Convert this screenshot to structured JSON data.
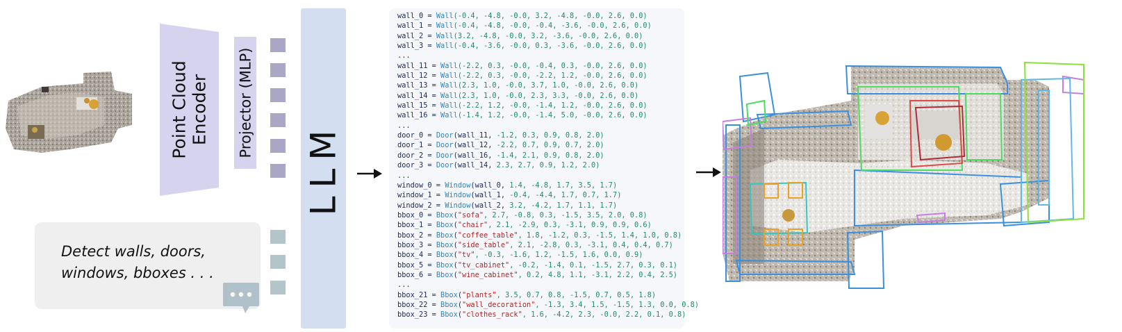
{
  "encoder": {
    "label_line1": "Point Cloud",
    "label_line2": "Encoder"
  },
  "projector": {
    "label": "Projector (MLP)"
  },
  "llm": {
    "label": "LLM"
  },
  "prompt": {
    "line1": "Detect walls, doors,",
    "line2": "windows, bboxes . . ."
  },
  "colors": {
    "encoder": "#d6d3ee",
    "projector": "#d6d3ee",
    "llm": "#d3def0",
    "point_token": "#a9a7c3",
    "text_token": "#b4c5ca",
    "prompt_box": "#efefef",
    "code_panel": "#f6f7fb"
  },
  "icons": {
    "chat": "chat-bubble-icon",
    "arrow": "right-arrow-icon"
  },
  "code_lines": [
    [
      [
        "var",
        "wall_0"
      ],
      [
        "var",
        " = "
      ],
      [
        "cls",
        "Wall"
      ],
      [
        "num",
        "(-0.4, -4.8, -0.0, 3.2, -4.8, -0.0, 2.6, 0.0)"
      ]
    ],
    [
      [
        "var",
        "wall_1"
      ],
      [
        "var",
        " = "
      ],
      [
        "cls",
        "Wall"
      ],
      [
        "num",
        "(-0.4, -4.8, -0.0, -0.4, -3.6, -0.0, 2.6, 0.0)"
      ]
    ],
    [
      [
        "var",
        "wall_2"
      ],
      [
        "var",
        " = "
      ],
      [
        "cls",
        "Wall"
      ],
      [
        "num",
        "(3.2, -4.8, -0.0, 3.2, -3.6, -0.0, 2.6, 0.0)"
      ]
    ],
    [
      [
        "var",
        "wall_3"
      ],
      [
        "var",
        " = "
      ],
      [
        "cls",
        "Wall"
      ],
      [
        "num",
        "(-0.4, -3.6, -0.0, 0.3, -3.6, -0.0, 2.6, 0.0)"
      ]
    ],
    [
      [
        "var",
        "..."
      ]
    ],
    [
      [
        "var",
        "wall_11"
      ],
      [
        "var",
        " = "
      ],
      [
        "cls",
        "Wall"
      ],
      [
        "num",
        "(-2.2, 0.3, -0.0, -0.4, 0.3, -0.0, 2.6, 0.0)"
      ]
    ],
    [
      [
        "var",
        "wall_12"
      ],
      [
        "var",
        " = "
      ],
      [
        "cls",
        "Wall"
      ],
      [
        "num",
        "(-2.2, 0.3, -0.0, -2.2, 1.2, -0.0, 2.6, 0.0)"
      ]
    ],
    [
      [
        "var",
        "wall_13"
      ],
      [
        "var",
        " = "
      ],
      [
        "cls",
        "Wall"
      ],
      [
        "num",
        "(2.3, 1.0, -0.0, 3.7, 1.0, -0.0, 2.6, 0.0)"
      ]
    ],
    [
      [
        "var",
        "wall_14"
      ],
      [
        "var",
        " = "
      ],
      [
        "cls",
        "Wall"
      ],
      [
        "num",
        "(2.3, 1.0, -0.0, 2.3, 3.3, -0.0, 2.6, 0.0)"
      ]
    ],
    [
      [
        "var",
        "wall_15"
      ],
      [
        "var",
        " = "
      ],
      [
        "cls",
        "Wall"
      ],
      [
        "num",
        "(-2.2, 1.2, -0.0, -1.4, 1.2, -0.0, 2.6, 0.0)"
      ]
    ],
    [
      [
        "var",
        "wall_16"
      ],
      [
        "var",
        " = "
      ],
      [
        "cls",
        "Wall"
      ],
      [
        "num",
        "(-1.4, 1.2, -0.0, -1.4, 5.0, -0.0, 2.6, 0.0)"
      ]
    ],
    [
      [
        "var",
        "..."
      ]
    ],
    [
      [
        "var",
        "door_0"
      ],
      [
        "var",
        " = "
      ],
      [
        "cls",
        "Door"
      ],
      [
        "var",
        "(wall_11, "
      ],
      [
        "num",
        "-1.2, 0.3, 0.9, 0.8, 2.0)"
      ]
    ],
    [
      [
        "var",
        "door_1"
      ],
      [
        "var",
        " = "
      ],
      [
        "cls",
        "Door"
      ],
      [
        "var",
        "(wall_12, "
      ],
      [
        "num",
        "-2.2, 0.7, 0.9, 0.7, 2.0)"
      ]
    ],
    [
      [
        "var",
        "door_2"
      ],
      [
        "var",
        " = "
      ],
      [
        "cls",
        "Door"
      ],
      [
        "var",
        "(wall_16, "
      ],
      [
        "num",
        "-1.4, 2.1, 0.9, 0.8, 2.0)"
      ]
    ],
    [
      [
        "var",
        "door_3"
      ],
      [
        "var",
        " = "
      ],
      [
        "cls",
        "Door"
      ],
      [
        "var",
        "(wall_14, "
      ],
      [
        "num",
        "2.3, 2.7, 0.9, 1.2, 2.0)"
      ]
    ],
    [
      [
        "var",
        "..."
      ]
    ],
    [
      [
        "var",
        "window_0"
      ],
      [
        "var",
        " = "
      ],
      [
        "cls",
        "Window"
      ],
      [
        "var",
        "(wall_0, "
      ],
      [
        "num",
        "1.4, -4.8, 1.7, 3.5, 1.7)"
      ]
    ],
    [
      [
        "var",
        "window_1"
      ],
      [
        "var",
        " = "
      ],
      [
        "cls",
        "Window"
      ],
      [
        "var",
        "(wall_1, "
      ],
      [
        "num",
        "-0.4, -4.4, 1.7, 0.7, 1.7)"
      ]
    ],
    [
      [
        "var",
        "window_2"
      ],
      [
        "var",
        " = "
      ],
      [
        "cls",
        "Window"
      ],
      [
        "var",
        "(wall_2, "
      ],
      [
        "num",
        "3.2, -4.2, 1.7, 1.1, 1.7)"
      ]
    ],
    [
      [
        "var",
        "bbox_0"
      ],
      [
        "var",
        " = "
      ],
      [
        "cls",
        "Bbox"
      ],
      [
        "var",
        "("
      ],
      [
        "str",
        "\"sofa\""
      ],
      [
        "num",
        ", 2.7, -0.8, 0.3, -1.5, 3.5, 2.0, 0.8)"
      ]
    ],
    [
      [
        "var",
        "bbox_1"
      ],
      [
        "var",
        " = "
      ],
      [
        "cls",
        "Bbox"
      ],
      [
        "var",
        "("
      ],
      [
        "str",
        "\"chair\""
      ],
      [
        "num",
        ", 2.1, -2.9, 0.3, -3.1, 0.9, 0.9, 0.6)"
      ]
    ],
    [
      [
        "var",
        "bbox_2"
      ],
      [
        "var",
        " = "
      ],
      [
        "cls",
        "Bbox"
      ],
      [
        "var",
        "("
      ],
      [
        "str",
        "\"coffee_table\""
      ],
      [
        "num",
        ", 1.8, -1.2, 0.3, -1.5, 1.4, 1.0, 0.8)"
      ]
    ],
    [
      [
        "var",
        "bbox_3"
      ],
      [
        "var",
        " = "
      ],
      [
        "cls",
        "Bbox"
      ],
      [
        "var",
        "("
      ],
      [
        "str",
        "\"side_table\""
      ],
      [
        "num",
        ", 2.1, -2.8, 0.3, -3.1, 0.4, 0.4, 0.7)"
      ]
    ],
    [
      [
        "var",
        "bbox_4"
      ],
      [
        "var",
        " = "
      ],
      [
        "cls",
        "Bbox"
      ],
      [
        "var",
        "("
      ],
      [
        "str",
        "\"tv\""
      ],
      [
        "num",
        ", -0.3, -1.6, 1.2, -1.5, 1.6, 0.0, 0.9)"
      ]
    ],
    [
      [
        "var",
        "bbox_5"
      ],
      [
        "var",
        " = "
      ],
      [
        "cls",
        "Bbox"
      ],
      [
        "var",
        "("
      ],
      [
        "str",
        "\"tv_cabinet\""
      ],
      [
        "num",
        ", -0.2, -1.4, 0.1, -1.5, 2.7, 0.3, 0.1)"
      ]
    ],
    [
      [
        "var",
        "bbox_6"
      ],
      [
        "var",
        " = "
      ],
      [
        "cls",
        "Bbox"
      ],
      [
        "var",
        "("
      ],
      [
        "str",
        "\"wine_cabinet\""
      ],
      [
        "num",
        ", 0.2, 4.8, 1.1, -3.1, 2.2, 0.4, 2.5)"
      ]
    ],
    [
      [
        "var",
        "..."
      ]
    ],
    [
      [
        "var",
        "bbox_21"
      ],
      [
        "var",
        " = "
      ],
      [
        "cls",
        "Bbox"
      ],
      [
        "var",
        "("
      ],
      [
        "str",
        "\"plants\""
      ],
      [
        "num",
        ", 3.5, 0.7, 0.8, -1.5, 0.7, 0.5, 1.8)"
      ]
    ],
    [
      [
        "var",
        "bbox_22"
      ],
      [
        "var",
        " = "
      ],
      [
        "cls",
        "Bbox"
      ],
      [
        "var",
        "("
      ],
      [
        "str",
        "\"wall_decoration\""
      ],
      [
        "num",
        ", -1.3, 3.4, 1.5, -1.5, 1.3, 0.0, 0.8)"
      ]
    ],
    [
      [
        "var",
        "bbox_23"
      ],
      [
        "var",
        " = "
      ],
      [
        "cls",
        "Bbox"
      ],
      [
        "var",
        "("
      ],
      [
        "str",
        "\"clothes_rack\""
      ],
      [
        "num",
        ", 1.6, -4.2, 2.3, -0.0, 2.2, 0.1, 0.8)"
      ]
    ]
  ]
}
